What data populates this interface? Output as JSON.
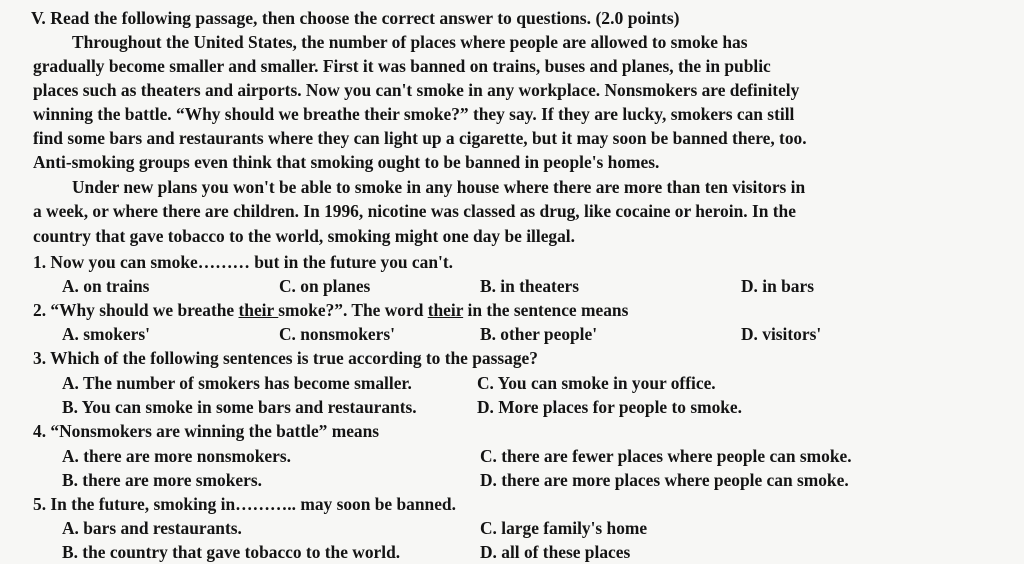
{
  "heading": "V. Read the following passage, then choose the correct answer to questions. (2.0 points)",
  "passage": [
    "Throughout the United States, the number of places where people are allowed to smoke has",
    "gradually become smaller and smaller. First it was banned on trains, buses and planes, the in public",
    "places such as theaters and airports. Now you can't smoke in any workplace. Nonsmokers are definitely",
    "winning the battle. “Why should we breathe their smoke?” they say. If they are lucky, smokers can still",
    "find some bars and restaurants where they can light up a cigarette, but it may soon be banned there, too.",
    "Anti-smoking groups even think that smoking ought to be banned in people's homes.",
    "Under new plans you won't be able to smoke in any house where there are more than ten visitors in",
    "a week, or where there are children. In 1996, nicotine was classed as drug, like cocaine or heroin. In the",
    "country that gave tobacco to the world, smoking might one day be illegal."
  ],
  "questions": {
    "q1": {
      "stem": "1. Now you can smoke……… but in the future you can't.",
      "a": "A. on trains",
      "c": "C. on planes",
      "b": "B. in theaters",
      "d": "D. in bars"
    },
    "q2": {
      "stem_pre": "2. “Why should we breathe ",
      "stem_u1": "their ",
      "stem_mid": "smoke?”. The word ",
      "stem_u2": "their",
      "stem_post": " in the sentence means",
      "a": "A. smokers'",
      "c": "C. nonsmokers'",
      "b": "B. other people'",
      "d": "D. visitors'"
    },
    "q3": {
      "stem": "3. Which of the following sentences is true according to the passage?",
      "a": "A. The number of smokers has become smaller.",
      "c": "C. You can smoke in your office.",
      "b": "B. You can smoke in some bars and restaurants.",
      "d": "D. More places for people to smoke."
    },
    "q4": {
      "stem": "4. “Nonsmokers are winning the battle” means",
      "a": "A. there are more nonsmokers.",
      "c": "C. there are fewer places where people can smoke.",
      "b": "B. there are more smokers.",
      "d": "D. there are more places where people can smoke."
    },
    "q5": {
      "stem": "5. In the future, smoking in……….. may soon be banned.",
      "a": "A. bars and restaurants.",
      "c": "C. large family's home",
      "b": "B. the country that gave tobacco to the world.",
      "d": "D. all of these places"
    }
  }
}
